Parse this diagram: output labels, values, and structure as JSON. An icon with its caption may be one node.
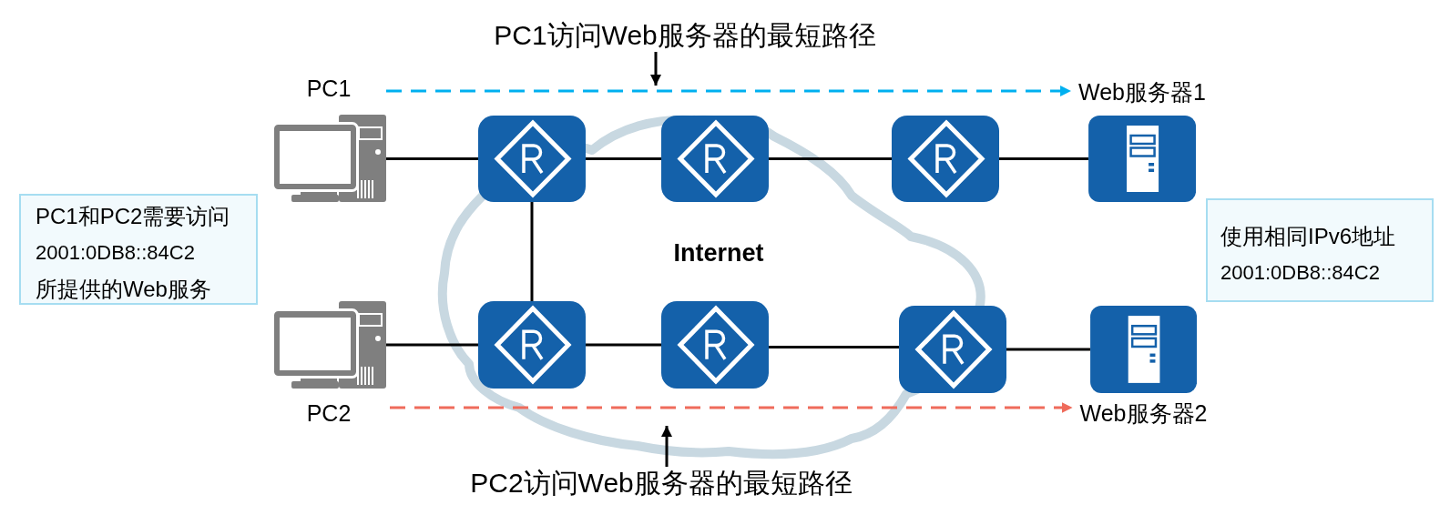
{
  "diagram": {
    "nodes": [
      {
        "text": [
          "PC1访问Web服务器的最短路径"
        ]
      },
      {
        "text": [
          "PC1"
        ]
      },
      {
        "text": [],
        "shape": "picture"
      },
      {
        "text": [],
        "shape": "picture"
      },
      {
        "text": [],
        "shape": "picture"
      },
      {
        "text": [
          "Web服务器1"
        ]
      },
      {
        "text": [
          "PC1和PC2需要访问",
          "2001:0DB8::84C2",
          "所提供的Web服务"
        ]
      },
      {
        "text": [
          "使用相同IPv6地址",
          "2001:0DB8::84C2"
        ]
      },
      {
        "text": [
          "PC2"
        ]
      },
      {
        "text": [],
        "shape": "picture"
      },
      {
        "text": [],
        "shape": "picture"
      },
      {
        "text": [],
        "shape": "picture"
      },
      {
        "text": [
          "Web服务器2"
        ]
      },
      {
        "text": [
          "PC2访问Web服务器的最短路径"
        ]
      }
    ],
    "edges": [
      {
        "from": 1,
        "to": 2,
        "arrow": "none"
      },
      {
        "from": 2,
        "to": 3,
        "arrow": "none"
      },
      {
        "from": 3,
        "to": 4,
        "arrow": "none"
      },
      {
        "from": 4,
        "to": 5,
        "arrow": "none"
      },
      {
        "from": 2,
        "to": 9,
        "arrow": "none"
      },
      {
        "from": 8,
        "to": 9,
        "arrow": "none"
      },
      {
        "from": 9,
        "to": 10,
        "arrow": "none"
      },
      {
        "from": 10,
        "to": 11,
        "arrow": "none"
      },
      {
        "from": 11,
        "to": 12,
        "arrow": "none"
      },
      {
        "from": 1,
        "to": 5,
        "arrow": "to",
        "style": "dashed",
        "color": "#00b0f0"
      },
      {
        "from": 8,
        "to": 12,
        "arrow": "to",
        "style": "dashed",
        "color": "#ef6b5b"
      },
      {
        "from": 0,
        "to": null,
        "arrow": "to"
      },
      {
        "from": 13,
        "to": null,
        "arrow": "to"
      }
    ],
    "labels": [
      "Internet"
    ]
  }
}
